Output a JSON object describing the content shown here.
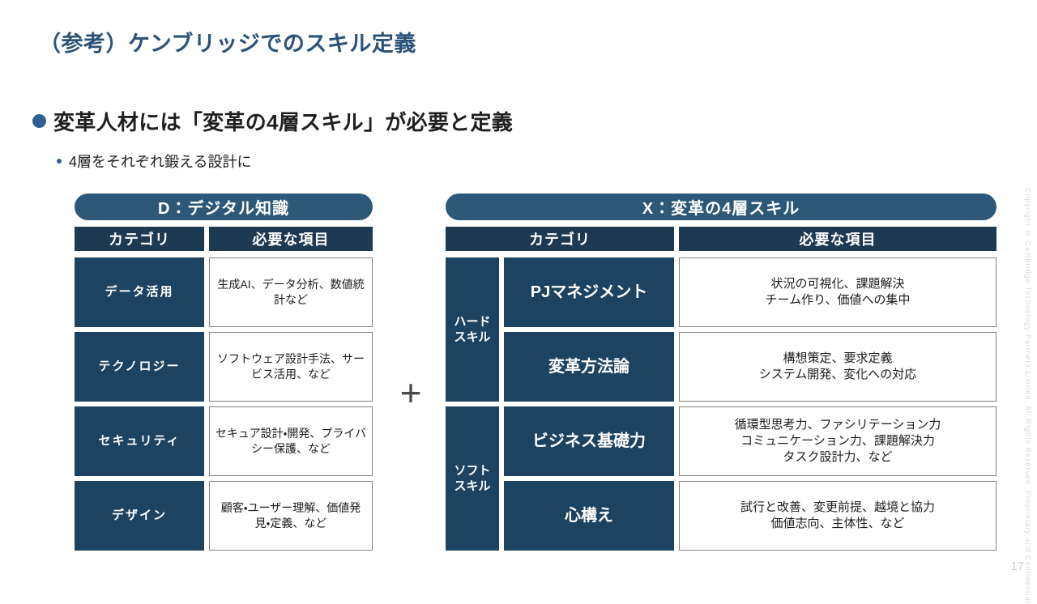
{
  "slide": {
    "title": "（参考）ケンブリッジでのスキル定義",
    "page_number": "17",
    "copyright": "Copyright © Cambridge Technology Partners Limited. All Rights Reserved. Proprietary and Confidential",
    "accent_color": "#2b5378",
    "pill_color": "#2e5878",
    "header_color": "#1e3a52",
    "cell_color": "#1e4360",
    "border_color": "#808080"
  },
  "bullets": {
    "primary": "変革人材には「変革の4層スキル」が必要と定義",
    "secondary": "4層をそれぞれ鍛える設計に"
  },
  "operator": {
    "plus": "+"
  },
  "left_table": {
    "pill_label": "D：デジタル知識",
    "headers": {
      "category": "カテゴリ",
      "items": "必要な項目"
    },
    "rows": [
      {
        "category": "データ活用",
        "items": "生成AI、データ分析、数値統計など"
      },
      {
        "category": "テクノロジー",
        "items": "ソフトウェア設計手法、サービス活用、など"
      },
      {
        "category": "セキュリティ",
        "items": "セキュア設計・開発、プライバシー保護、など"
      },
      {
        "category": "デザイン",
        "items": "顧客・ユーザー理解、価値発見・定義、など"
      }
    ]
  },
  "right_table": {
    "pill_label": "X：変革の4層スキル",
    "headers": {
      "category": "カテゴリ",
      "items": "必要な項目"
    },
    "groups": [
      {
        "label": "ハード\nスキル"
      },
      {
        "label": "ソフト\nスキル"
      }
    ],
    "rows": [
      {
        "category": "PJマネジメント",
        "items": "状況の可視化、課題解決\nチーム作り、価値への集中"
      },
      {
        "category": "変革方法論",
        "items": "構想策定、要求定義\nシステム開発、変化への対応"
      },
      {
        "category": "ビジネス基礎力",
        "items": "循環型思考力、ファシリテーション力\nコミュニケーション力、課題解決力\nタスク設計力、など"
      },
      {
        "category": "心構え",
        "items": "試行と改善、変更前提、越境と協力\n価値志向、主体性、など"
      }
    ]
  }
}
